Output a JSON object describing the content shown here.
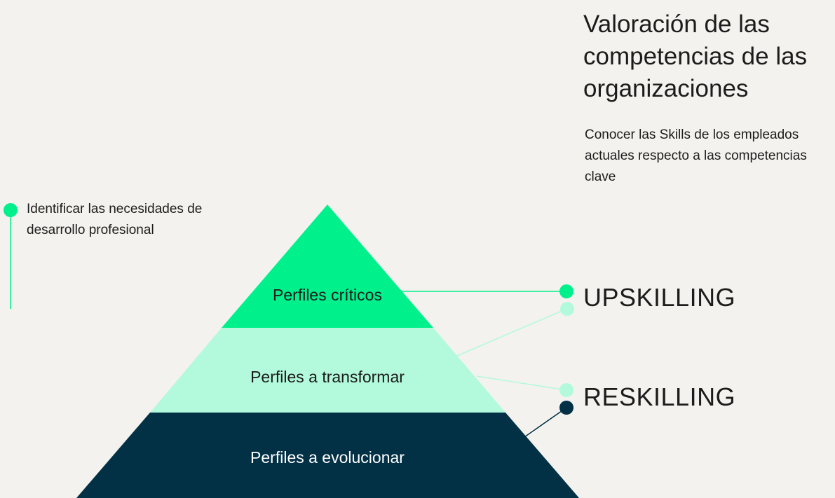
{
  "title": "Valoración de las competencias de las organizaciones",
  "subtitle": "Conocer las Skills de los empleados actuales respecto a las competencias clave",
  "side_note": "Identificar las necesidades de desarrollo profesional",
  "pyramid": {
    "tiers": [
      {
        "label": "Perfiles críticos",
        "color": "#00f08c",
        "text_color": "#1a1a1a"
      },
      {
        "label": "Perfiles a transformar",
        "color": "#b2fadb",
        "text_color": "#1a1a1a"
      },
      {
        "label": "Perfiles a evolucionar",
        "color": "#023045",
        "text_color": "#ffffff"
      }
    ]
  },
  "skills": {
    "upskilling": "UPSKILLING",
    "reskilling": "RESKILLING"
  },
  "colors": {
    "background": "#f4f2ee",
    "bright_green": "#00f08c",
    "light_green": "#b2fadb",
    "dark_navy": "#023045"
  }
}
